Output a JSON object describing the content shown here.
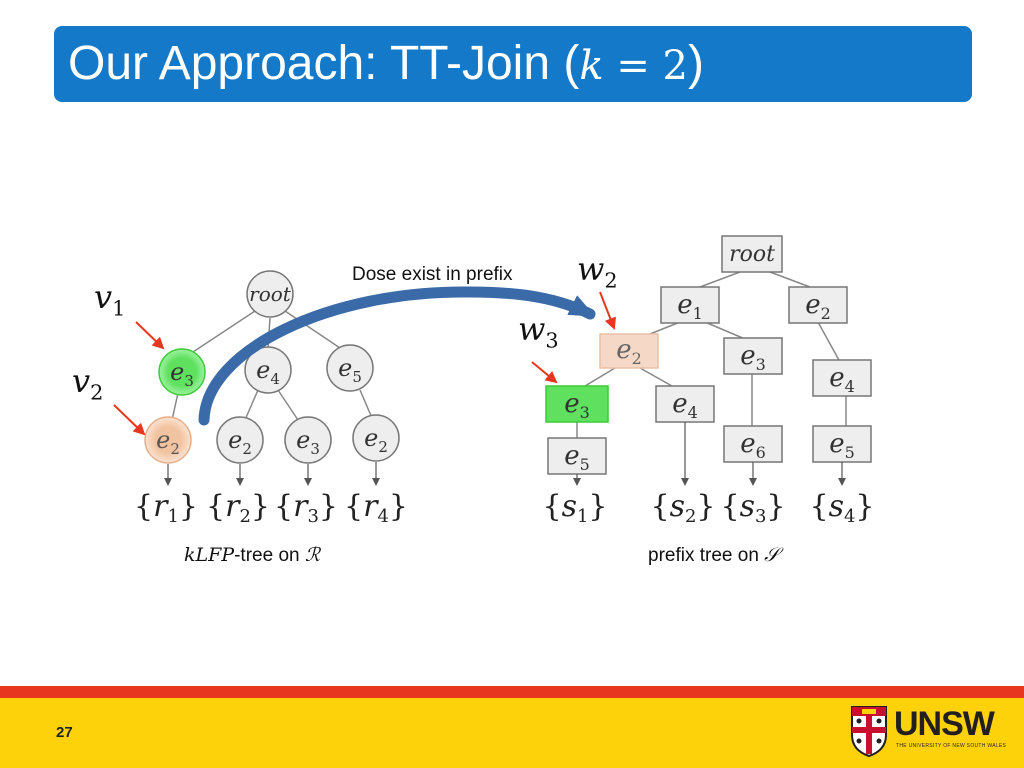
{
  "title": {
    "text": "Our Approach: TT-Join (",
    "math_k": "k",
    "math_eq": "=",
    "math_val": "2",
    "close": ")"
  },
  "colors": {
    "title_bar": "#1479c9",
    "green_node": "#5fe05f",
    "peach_node": "#f5cdb1",
    "arrow": "#3b6aa8",
    "red_arrow": "#e8371f",
    "footer_red": "#e8371f",
    "footer_yellow": "#fdd20a"
  },
  "left_tree": {
    "caption_math": "kLFP",
    "caption_text": "-tree on ",
    "caption_set": "ℛ",
    "root": "root",
    "level1": [
      {
        "base": "e",
        "sub": "3",
        "highlight": "green"
      },
      {
        "base": "e",
        "sub": "4"
      },
      {
        "base": "e",
        "sub": "5"
      }
    ],
    "level2": [
      {
        "base": "e",
        "sub": "2",
        "highlight": "peach"
      },
      {
        "base": "e",
        "sub": "2"
      },
      {
        "base": "e",
        "sub": "3"
      },
      {
        "base": "e",
        "sub": "2"
      }
    ],
    "leaves": [
      {
        "base": "r",
        "sub": "1"
      },
      {
        "base": "r",
        "sub": "2"
      },
      {
        "base": "r",
        "sub": "3"
      },
      {
        "base": "r",
        "sub": "4"
      }
    ],
    "pointer_labels": [
      {
        "base": "v",
        "sub": "1"
      },
      {
        "base": "v",
        "sub": "2"
      }
    ]
  },
  "right_tree": {
    "caption_text": "prefix tree on ",
    "caption_set": "𝒮",
    "root": "root",
    "nodes": [
      {
        "id": "e1",
        "base": "e",
        "sub": "1"
      },
      {
        "id": "e2b",
        "base": "e",
        "sub": "2"
      },
      {
        "id": "e2a",
        "base": "e",
        "sub": "2",
        "highlight": "peach"
      },
      {
        "id": "e3a",
        "base": "e",
        "sub": "3"
      },
      {
        "id": "e4a",
        "base": "e",
        "sub": "4"
      },
      {
        "id": "e3b",
        "base": "e",
        "sub": "3",
        "highlight": "green"
      },
      {
        "id": "e4b",
        "base": "e",
        "sub": "4"
      },
      {
        "id": "e6",
        "base": "e",
        "sub": "6"
      },
      {
        "id": "e5a",
        "base": "e",
        "sub": "5"
      },
      {
        "id": "e5b",
        "base": "e",
        "sub": "5"
      }
    ],
    "leaves": [
      {
        "base": "s",
        "sub": "1"
      },
      {
        "base": "s",
        "sub": "2"
      },
      {
        "base": "s",
        "sub": "3"
      },
      {
        "base": "s",
        "sub": "4"
      }
    ],
    "pointer_labels": [
      {
        "base": "w",
        "sub": "2"
      },
      {
        "base": "w",
        "sub": "3"
      }
    ]
  },
  "arrow_label": "Dose exist in prefix",
  "footer": {
    "page_number": "27",
    "logo_word": "UNSW",
    "logo_sub": "THE UNIVERSITY OF NEW SOUTH WALES"
  }
}
